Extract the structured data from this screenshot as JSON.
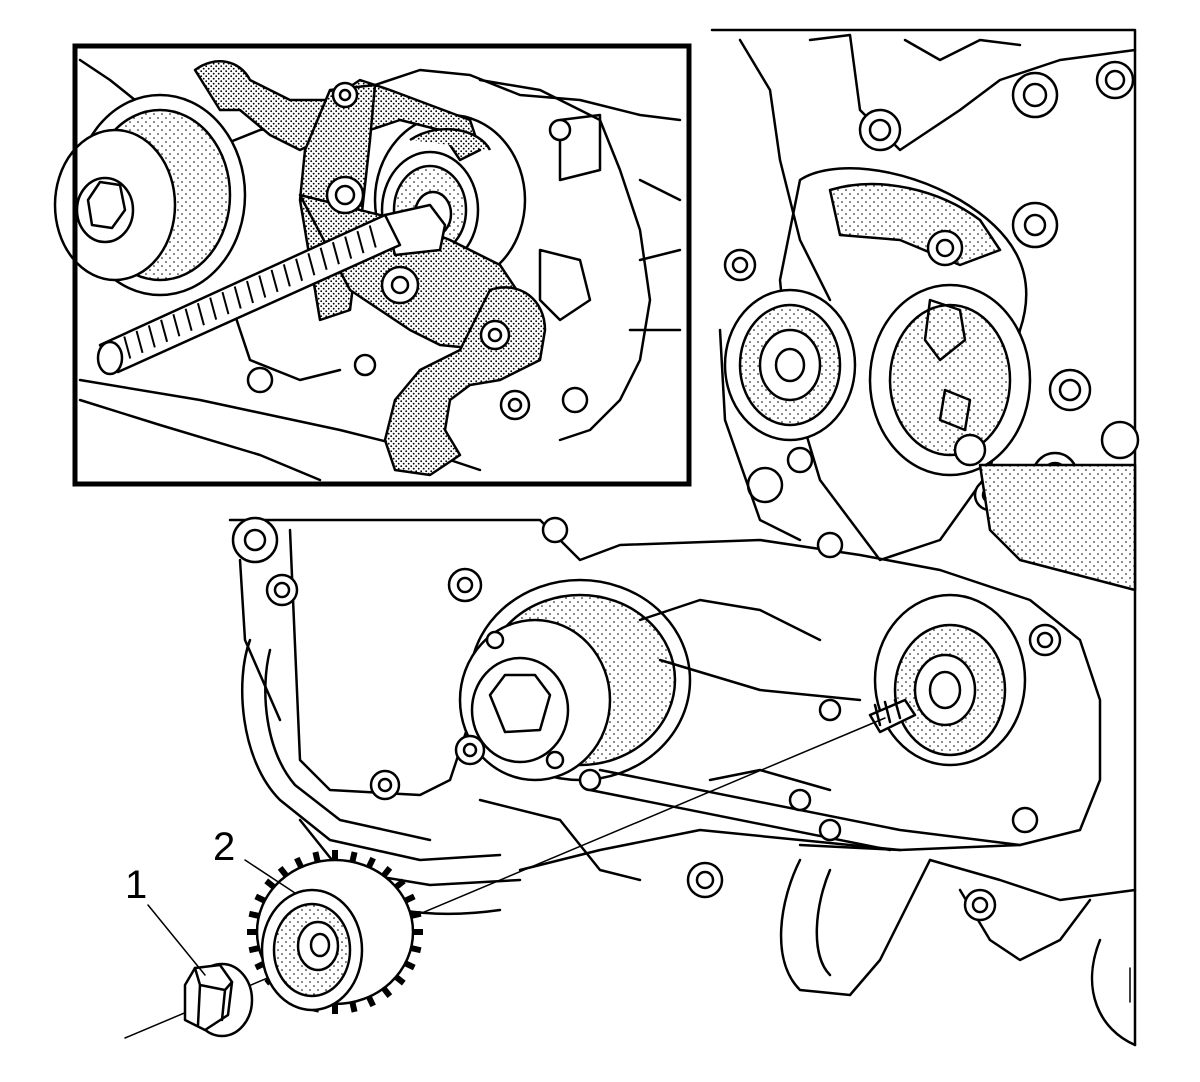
{
  "callouts": [
    {
      "id": "1",
      "label": "1",
      "part": "nut"
    },
    {
      "id": "2",
      "label": "2",
      "part": "sprocket"
    }
  ],
  "colors": {
    "ink": "#000000",
    "paper": "#ffffff"
  }
}
